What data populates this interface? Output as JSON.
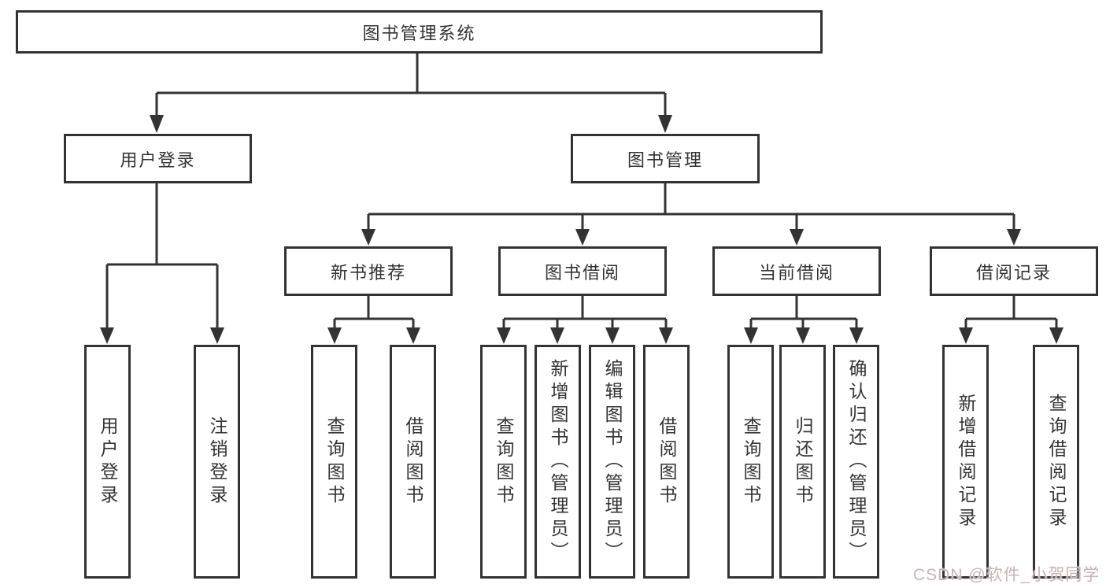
{
  "tree": {
    "root": {
      "label": "图书管理系统"
    },
    "branches": [
      {
        "label": "用户登录",
        "children": [
          {
            "label": "用户登录"
          },
          {
            "label": "注销登录"
          }
        ]
      },
      {
        "label": "图书管理",
        "sections": [
          {
            "label": "新书推荐",
            "children": [
              {
                "label": "查询图书"
              },
              {
                "label": "借阅图书"
              }
            ]
          },
          {
            "label": "图书借阅",
            "children": [
              {
                "label": "查询图书"
              },
              {
                "label": "新增图书（管理员）"
              },
              {
                "label": "编辑图书（管理员）"
              },
              {
                "label": "借阅图书"
              }
            ]
          },
          {
            "label": "当前借阅",
            "children": [
              {
                "label": "查询图书"
              },
              {
                "label": "归还图书"
              },
              {
                "label": "确认归还（管理员）"
              }
            ]
          },
          {
            "label": "借阅记录",
            "children": [
              {
                "label": "新增借阅记录"
              },
              {
                "label": "查询借阅记录"
              }
            ]
          }
        ]
      }
    ]
  },
  "watermark": {
    "text": "CSDN @软件_小贺同学"
  },
  "colors": {
    "line": "#333333",
    "box_border": "#333333",
    "text": "#333333",
    "watermark": "#c9b2b2",
    "background": "#ffffff"
  }
}
